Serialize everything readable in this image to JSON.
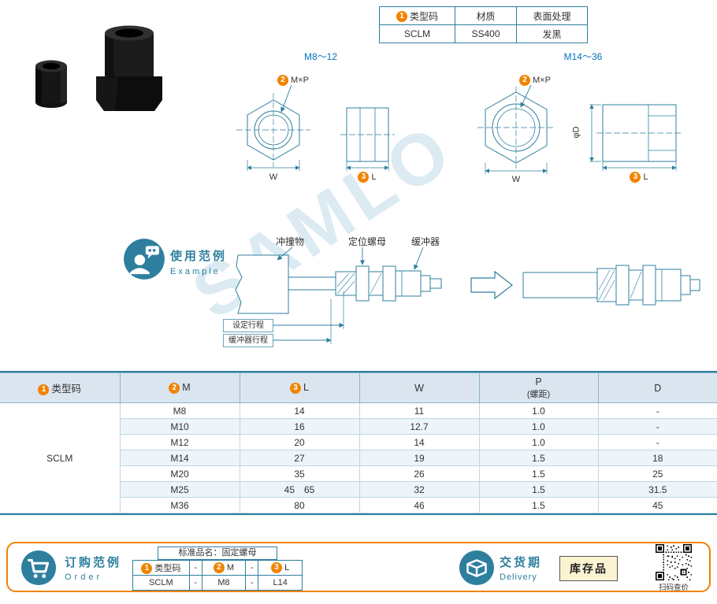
{
  "colors": {
    "accent_teal": "#2e7f9e",
    "accent_orange": "#f08300",
    "link_blue": "#0072bc"
  },
  "watermark": "SAMLO",
  "spec_table": {
    "num": "1",
    "headers": [
      "类型码",
      "材质",
      "表面处理"
    ],
    "values": [
      "SCLM",
      "SS400",
      "发黑"
    ]
  },
  "drawings": {
    "left_range": "M8～12",
    "right_range": "M14～36",
    "num_m": "2",
    "m_label": "M×P",
    "num_l": "3",
    "l_label": "L",
    "w_label": "W",
    "d_label": "φD"
  },
  "example": {
    "title_cn": "使用范例",
    "title_en": "Example",
    "impact": "冲撞物",
    "nut": "定位螺母",
    "buffer": "缓冲器",
    "set_stroke": "设定行程",
    "buffer_stroke": "缓冲器行程"
  },
  "main_table": {
    "num_type": "1",
    "h_type": "类型码",
    "num_m": "2",
    "h_m": "M",
    "num_l": "3",
    "h_l": "L",
    "h_w": "W",
    "h_p": "P",
    "h_p_sub": "(螺距)",
    "h_d": "D",
    "type_code": "SCLM",
    "rows": [
      {
        "m": "M8",
        "l": "14",
        "w": "11",
        "p": "1.0",
        "d": "-"
      },
      {
        "m": "M10",
        "l": "16",
        "w": "12.7",
        "p": "1.0",
        "d": "-"
      },
      {
        "m": "M12",
        "l": "20",
        "w": "14",
        "p": "1.0",
        "d": "-"
      },
      {
        "m": "M14",
        "l": "27",
        "w": "19",
        "p": "1.5",
        "d": "18"
      },
      {
        "m": "M20",
        "l": "35",
        "w": "26",
        "p": "1.5",
        "d": "25"
      },
      {
        "m": "M25",
        "l": "45　65",
        "w": "32",
        "p": "1.5",
        "d": "31.5"
      },
      {
        "m": "M36",
        "l": "80",
        "w": "46",
        "p": "1.5",
        "d": "45"
      }
    ]
  },
  "order": {
    "title_cn": "订购范例",
    "title_en": "Order",
    "product_name": "标准品名：固定螺母",
    "num_type": "1",
    "h_type": "类型码",
    "num_m": "2",
    "h_m": "M",
    "num_l": "3",
    "h_l": "L",
    "dash": "-",
    "code": "SCLM",
    "m": "M8",
    "l": "L14"
  },
  "delivery": {
    "title_cn": "交货期",
    "title_en": "Delivery",
    "stock": "库存品",
    "qr_caption": "扫码查价"
  }
}
